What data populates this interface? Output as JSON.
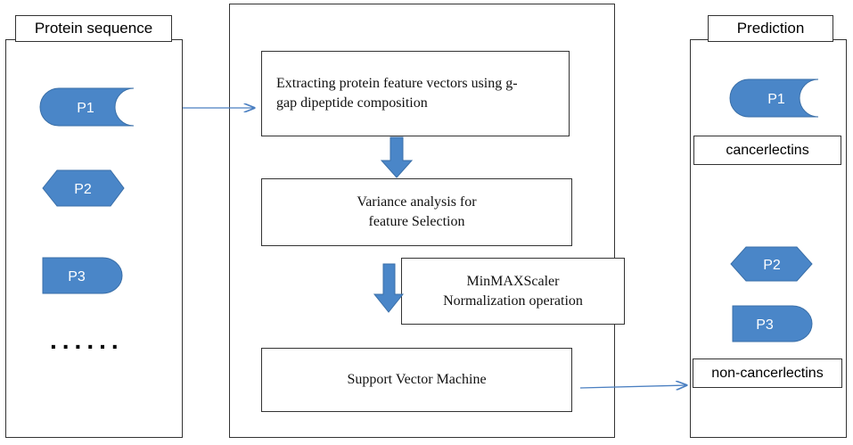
{
  "left_panel": {
    "title": "Protein sequence",
    "proteins": [
      {
        "label": "P1",
        "shape": "capsule-notched"
      },
      {
        "label": "P2",
        "shape": "hexagon"
      },
      {
        "label": "P3",
        "shape": "bullet"
      }
    ],
    "ellipsis": "......"
  },
  "middle_panel": {
    "steps": [
      {
        "line1": "Extracting protein feature vectors using g-",
        "line2": "gap dipeptide composition"
      },
      {
        "line1": "Variance analysis for",
        "line2": "feature Selection"
      },
      {
        "line1": "MinMAXScaler",
        "line2": "Normalization operation"
      },
      {
        "line1": "Support Vector Machine",
        "line2": ""
      }
    ]
  },
  "right_panel": {
    "title": "Prediction",
    "positive": {
      "protein": "P1",
      "label": "cancerlectins"
    },
    "negative": {
      "proteins": [
        "P2",
        "P3"
      ],
      "label": "non-cancerlectins"
    }
  },
  "colors": {
    "shape_fill": "#4a86c8",
    "shape_stroke": "#3a6fa8",
    "arrow": "#4a7fc1"
  }
}
